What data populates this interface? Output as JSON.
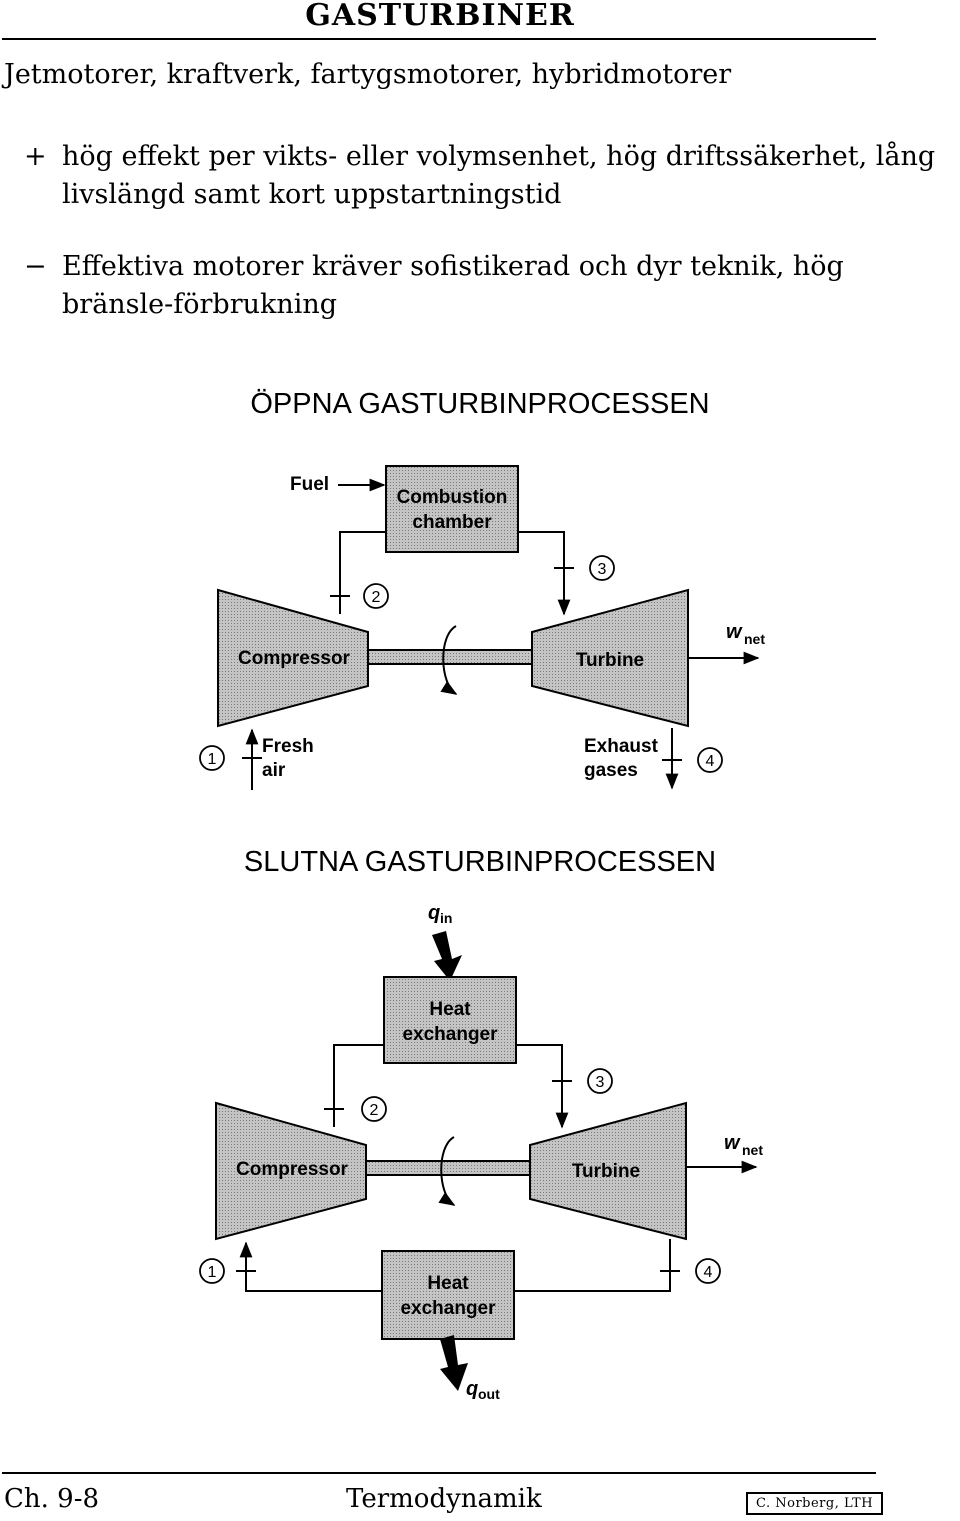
{
  "page": {
    "title": "GASTURBINER",
    "subtitle": "Jetmotorer, kraftverk, fartygsmotorer, hybridmotorer",
    "bullets": [
      {
        "symbol": "+",
        "text": "hög effekt per vikts- eller volymsenhet, hög driftssäkerhet, lång livslängd samt kort uppstartningstid"
      },
      {
        "symbol": "−",
        "text": "Effektiva motorer kräver sofistikerad och dyr teknik, hög bränsle-förbrukning"
      }
    ]
  },
  "open_cycle": {
    "title": "ÖPPNA GASTURBINPROCESSEN",
    "fuel": "Fuel",
    "chamber_l1": "Combustion",
    "chamber_l2": "chamber",
    "compressor": "Compressor",
    "turbine": "Turbine",
    "w_net": "w",
    "w_net_sub": "net",
    "fresh_l1": "Fresh",
    "fresh_l2": "air",
    "exhaust_l1": "Exhaust",
    "exhaust_l2": "gases",
    "state1": "1",
    "state2": "2",
    "state3": "3",
    "state4": "4"
  },
  "closed_cycle": {
    "title": "SLUTNA GASTURBINPROCESSEN",
    "q_in": "q",
    "q_in_sub": "in",
    "hx_top_l1": "Heat",
    "hx_top_l2": "exchanger",
    "compressor": "Compressor",
    "turbine": "Turbine",
    "w_net": "w",
    "w_net_sub": "net",
    "hx_bottom_l1": "Heat",
    "hx_bottom_l2": "exchanger",
    "q_out": "q",
    "q_out_sub": "out",
    "state1": "1",
    "state2": "2",
    "state3": "3",
    "state4": "4"
  },
  "footer": {
    "chapter": "Ch. 9-8",
    "course": "Termodynamik",
    "author": "C. Norberg, LTH"
  },
  "colors": {
    "fill": "#b9b9b9",
    "ink": "#000000"
  }
}
